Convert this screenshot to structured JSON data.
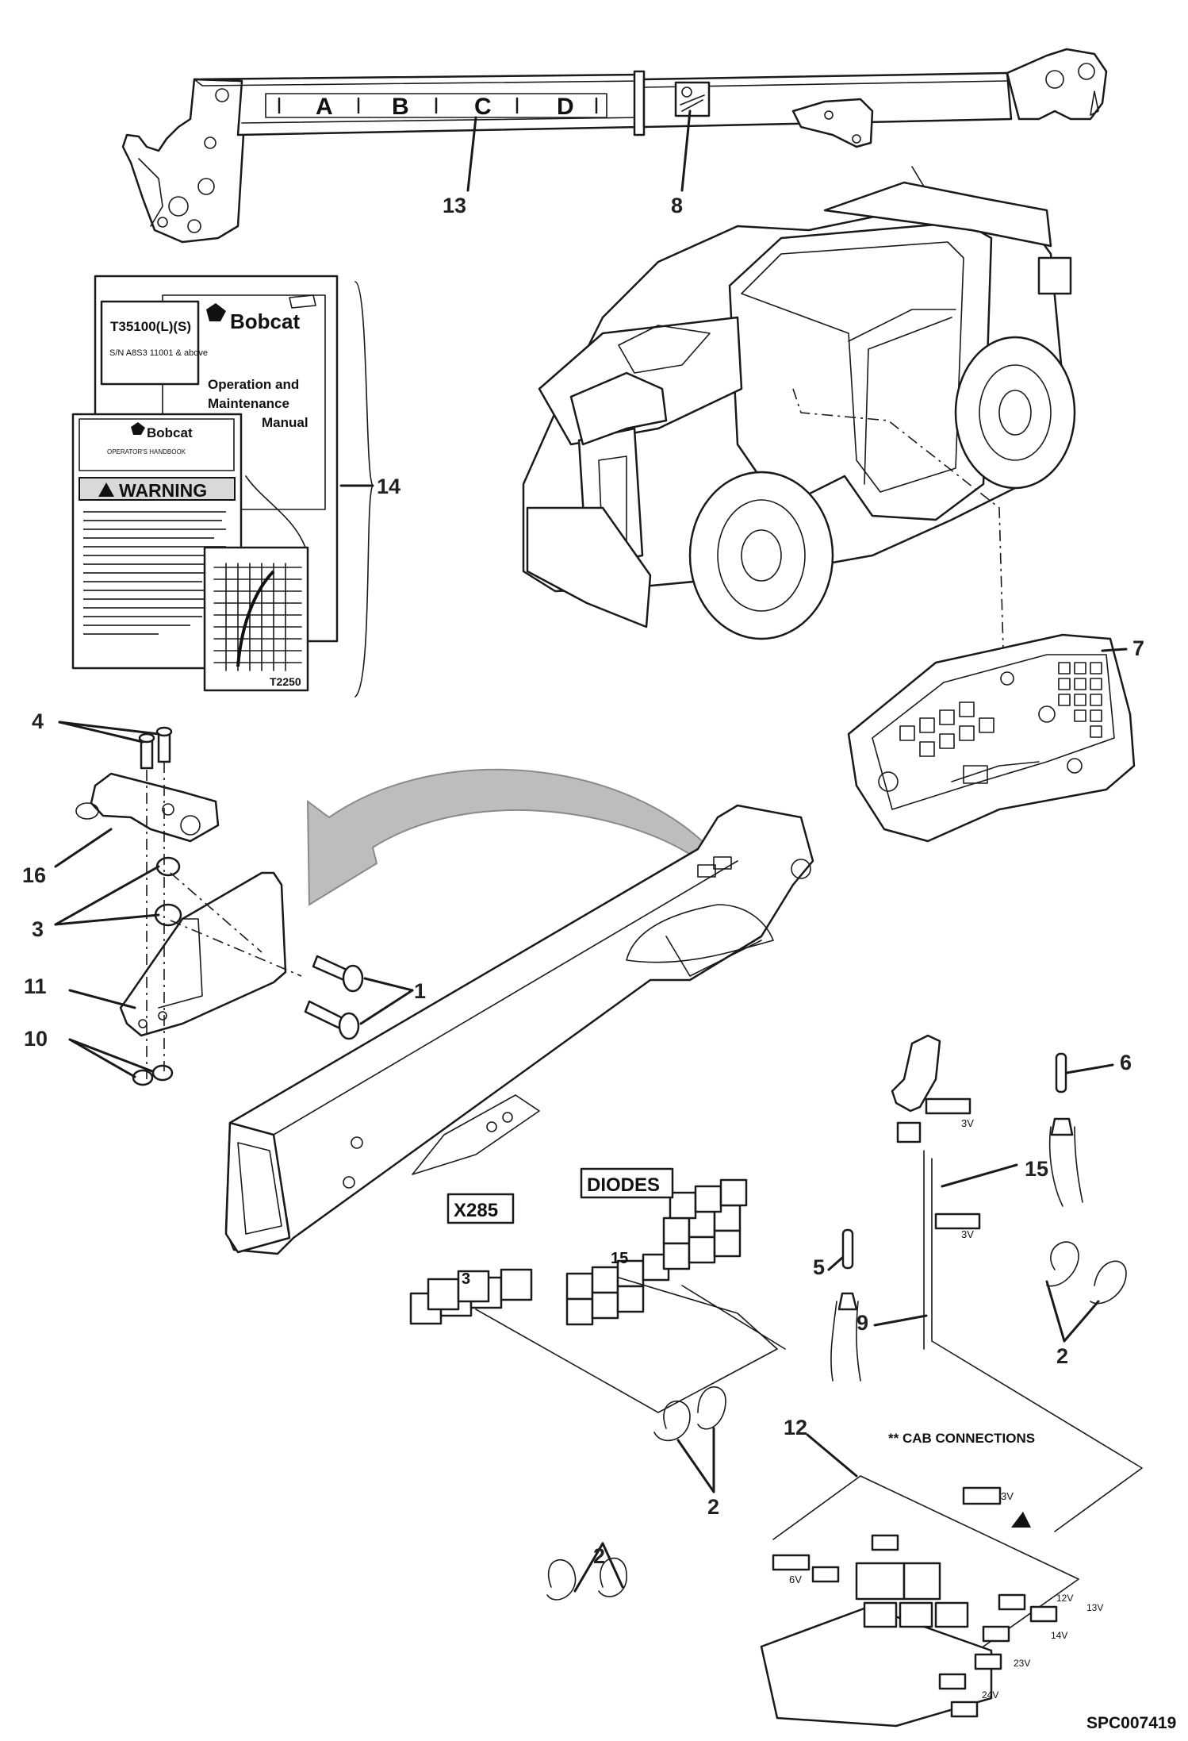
{
  "figure_id": "SPC007419",
  "boom_decal_letters": [
    "A",
    "B",
    "C",
    "D"
  ],
  "callouts": {
    "c1": "1",
    "c2a": "2",
    "c2b": "2",
    "c2c": "2",
    "c3": "3",
    "c4": "4",
    "c5": "5",
    "c6": "6",
    "c7": "7",
    "c8": "8",
    "c9": "9",
    "c10": "10",
    "c11": "11",
    "c12": "12",
    "c13": "13",
    "c14": "14",
    "c15": "15",
    "c16": "16"
  },
  "manual": {
    "brand": "Bobcat",
    "model": "T35100(L)(S)",
    "serial": "S/N A8S3 11001 & above",
    "title_line1": "Operation and",
    "title_line2": "Maintenance",
    "title_line3": "Manual",
    "handbook_brand": "Bobcat",
    "handbook_title": "OPERATOR'S HANDBOOK",
    "warning": "WARNING",
    "chart_code": "T2250"
  },
  "connectors": {
    "x285": "X285",
    "diodes": "DIODES",
    "x285_slot": "3",
    "diodes_slot": "15",
    "cab_connections": "** CAB CONNECTIONS",
    "label_3v_a": "3V",
    "label_3v_b": "3V",
    "label_3v_c": "3V",
    "label_6v": "6V",
    "label_13v": "13V",
    "label_14v": "14V",
    "label_23v": "23V",
    "label_24v": "24V",
    "label_12v": "12V"
  },
  "icons": [
    "bobcat-logo-icon",
    "warning-triangle-icon",
    "curved-arrow-icon"
  ]
}
